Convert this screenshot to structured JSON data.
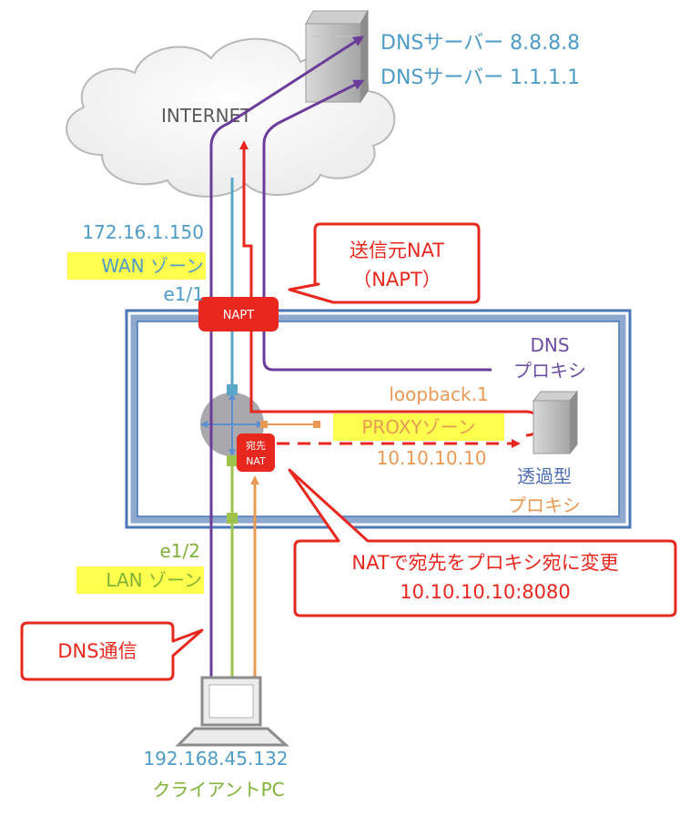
{
  "cloud": {
    "label": "INTERNET"
  },
  "dns_servers": [
    {
      "label": "DNSサーバー 8.8.8.8"
    },
    {
      "label": "DNSサーバー 1.1.1.1"
    }
  ],
  "wan": {
    "ip": "172.16.1.150",
    "zone": "WAN ゾーン",
    "iface": "e1/1"
  },
  "napt_badge": {
    "label": "NAPT"
  },
  "callout_snat": {
    "line1": "送信元NAT",
    "line2": "（NAPT）"
  },
  "dns_proxy": {
    "line1": "DNS",
    "line2": "プロキシ"
  },
  "loopback": {
    "name": "loopback.1",
    "zone": "PROXYゾーン",
    "ip": "10.10.10.10"
  },
  "dnat_badge": {
    "line1": "宛先",
    "line2": "NAT"
  },
  "transparent_proxy": {
    "line1": "透過型",
    "line2": "プロキシ"
  },
  "callout_dnat": {
    "line1": "NATで宛先をプロキシ宛に変更",
    "line2": "10.10.10.10:8080"
  },
  "lan": {
    "iface": "e1/2",
    "zone": "LAN ゾーン"
  },
  "callout_dns": {
    "label": "DNS通信"
  },
  "client": {
    "ip": "192.168.45.132",
    "label": "クライアントPC"
  },
  "colors": {
    "purple": "#6a3d9a",
    "red": "#e8281e",
    "blue": "#5aa6c8",
    "green": "#9dc34a",
    "orange": "#e89a55",
    "firewall_border": "#4a78b5",
    "highlight": "#ffff4d",
    "text_blue": "#4f9bc7",
    "text_orange": "#e89a55",
    "text_green": "#7fb236",
    "text_dnsproxy": "#6d4ea0"
  }
}
